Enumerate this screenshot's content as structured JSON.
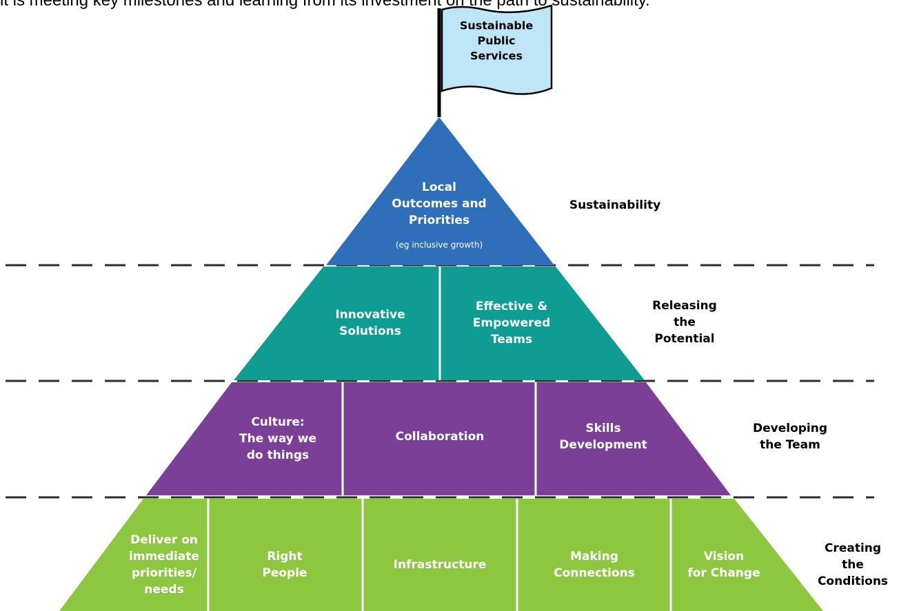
{
  "heading": "it is meeting key milestones and learning from its investment on the path to sustainability.",
  "flag": {
    "lines": [
      "Sustainable",
      "Public",
      "Services"
    ],
    "fill": "#bfe6f7"
  },
  "colors": {
    "apex": "#2f6fba",
    "teal": "#0f9c93",
    "purple": "#7b3f98",
    "green": "#8dc63f",
    "divider": "#ffffff",
    "dash": "#2b2b2b"
  },
  "apex_block": {
    "lines": [
      "Local",
      "Outcomes and",
      "Priorities"
    ],
    "note": "(eg inclusive growth)"
  },
  "tier2_blocks": [
    {
      "lines": [
        "Innovative",
        "Solutions"
      ]
    },
    {
      "lines": [
        "Effective &",
        "Empowered",
        "Teams"
      ]
    }
  ],
  "tier3_blocks": [
    {
      "lines": [
        "Culture:",
        "The way we",
        "do things"
      ]
    },
    {
      "lines": [
        "Collaboration"
      ]
    },
    {
      "lines": [
        "Skills",
        "Development"
      ]
    }
  ],
  "tier4_blocks": [
    {
      "lines": [
        "Deliver on",
        "immediate",
        "priorities/",
        "needs"
      ]
    },
    {
      "lines": [
        "Right",
        "People"
      ]
    },
    {
      "lines": [
        "Infrastructure"
      ]
    },
    {
      "lines": [
        "Making",
        "Connections"
      ]
    },
    {
      "lines": [
        "Vision",
        "for Change"
      ]
    }
  ],
  "levels": [
    {
      "lines": [
        "Sustainability"
      ]
    },
    {
      "lines": [
        "Releasing",
        "the",
        "Potential"
      ]
    },
    {
      "lines": [
        "Developing",
        "the Team"
      ]
    },
    {
      "lines": [
        "Creating",
        "the",
        "Conditions"
      ]
    }
  ]
}
